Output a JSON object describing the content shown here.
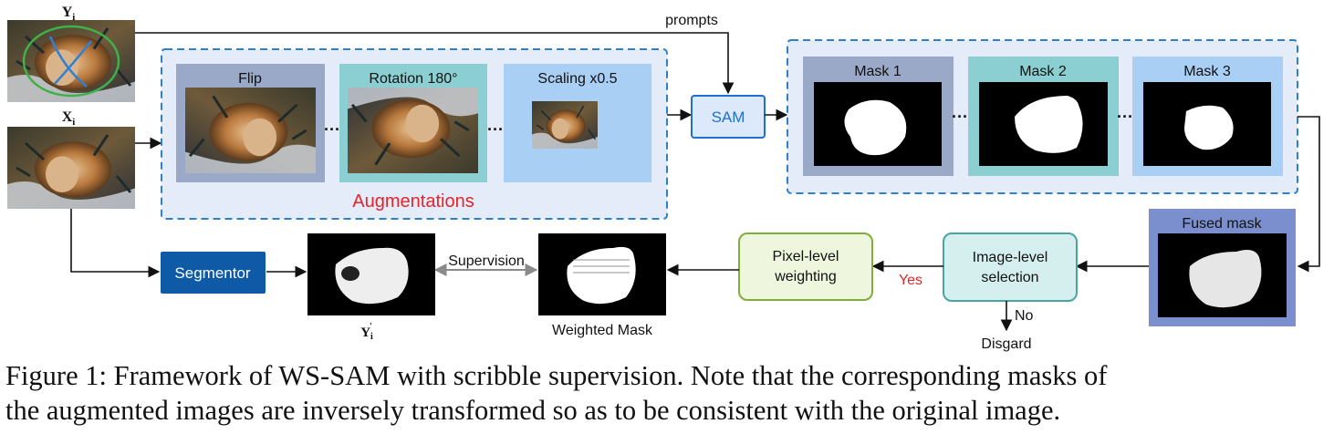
{
  "labels": {
    "y_label": "Y",
    "y_sub": "i",
    "x_label": "X",
    "x_sub": "i",
    "prompts": "prompts",
    "sam": "SAM",
    "segmentor": "Segmentor",
    "supervision": "Supervision",
    "pred_label": "Y",
    "pred_sub": "i",
    "pred_prime": "'",
    "weighted_mask": "Weighted Mask",
    "pixel_weighting_1": "Pixel-level",
    "pixel_weighting_2": "weighting",
    "image_selection_1": "Image-level",
    "image_selection_2": "selection",
    "yes": "Yes",
    "no": "No",
    "disgard": "Disgard",
    "fused_mask": "Fused mask",
    "augmentations_title": "Augmentations",
    "ellipsis": "···"
  },
  "augmentations": [
    {
      "label": "Flip"
    },
    {
      "label": "Rotation 180°"
    },
    {
      "label": "Scaling x0.5"
    }
  ],
  "masks": [
    {
      "label": "Mask 1"
    },
    {
      "label": "Mask 2"
    },
    {
      "label": "Mask 3"
    }
  ],
  "caption": {
    "line1": "Figure 1: Framework of WS-SAM with scribble supervision. Note that the corresponding masks of",
    "line2": "the augmented images are inversely transformed so as to be consistent with the original image."
  },
  "colors": {
    "augment_text": "#e8232a",
    "yes_text": "#e8232a",
    "panel_bg": "#e4ecf9",
    "panel_border": "#2f80c8",
    "sam_fill": "#dce9fb",
    "sam_border": "#1e6fd0",
    "segmentor_fill": "#0e5aa7",
    "pixel_fill": "#eef6dd",
    "pixel_border": "#7fad3e",
    "image_sel_fill": "#d5efef",
    "image_sel_border": "#4aa3a3",
    "fused_fill": "#7b8fcf",
    "flip_fill": "#9aa9c7",
    "rot_fill": "#8ccfd2",
    "scale_fill": "#a9cff5",
    "mask1_fill": "#9aa9c7",
    "mask2_fill": "#8ccfd2",
    "mask3_fill": "#a9cff5"
  }
}
